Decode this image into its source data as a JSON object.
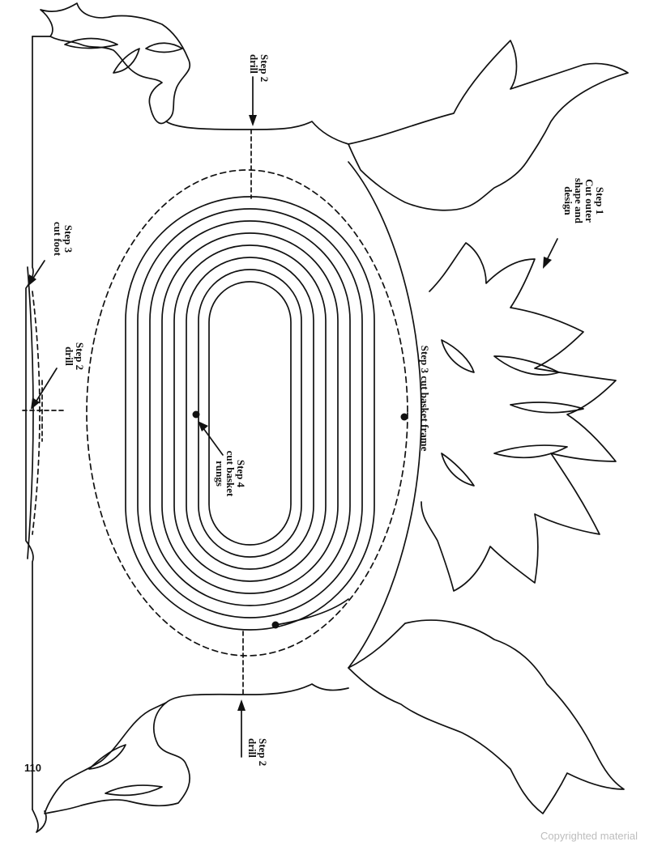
{
  "page_number": "110",
  "copyright": "Copyrighted material",
  "labels": {
    "step1": [
      "Step 1",
      "Cut outer",
      "shape and",
      "design"
    ],
    "step2_top": [
      "Step 2",
      "drill"
    ],
    "step2_middle": [
      "Step 2",
      "drill"
    ],
    "step2_bottom": [
      "Step 2",
      "drill"
    ],
    "step3_foot": [
      "Step 3",
      "cut foot"
    ],
    "step3_frame": [
      "Step 3 cut basket frame"
    ],
    "step4": [
      "Step 4",
      "cut basket",
      "rungs"
    ]
  },
  "colors": {
    "line": "#111111",
    "background": "#ffffff",
    "watermark": "#bdbdbd"
  }
}
